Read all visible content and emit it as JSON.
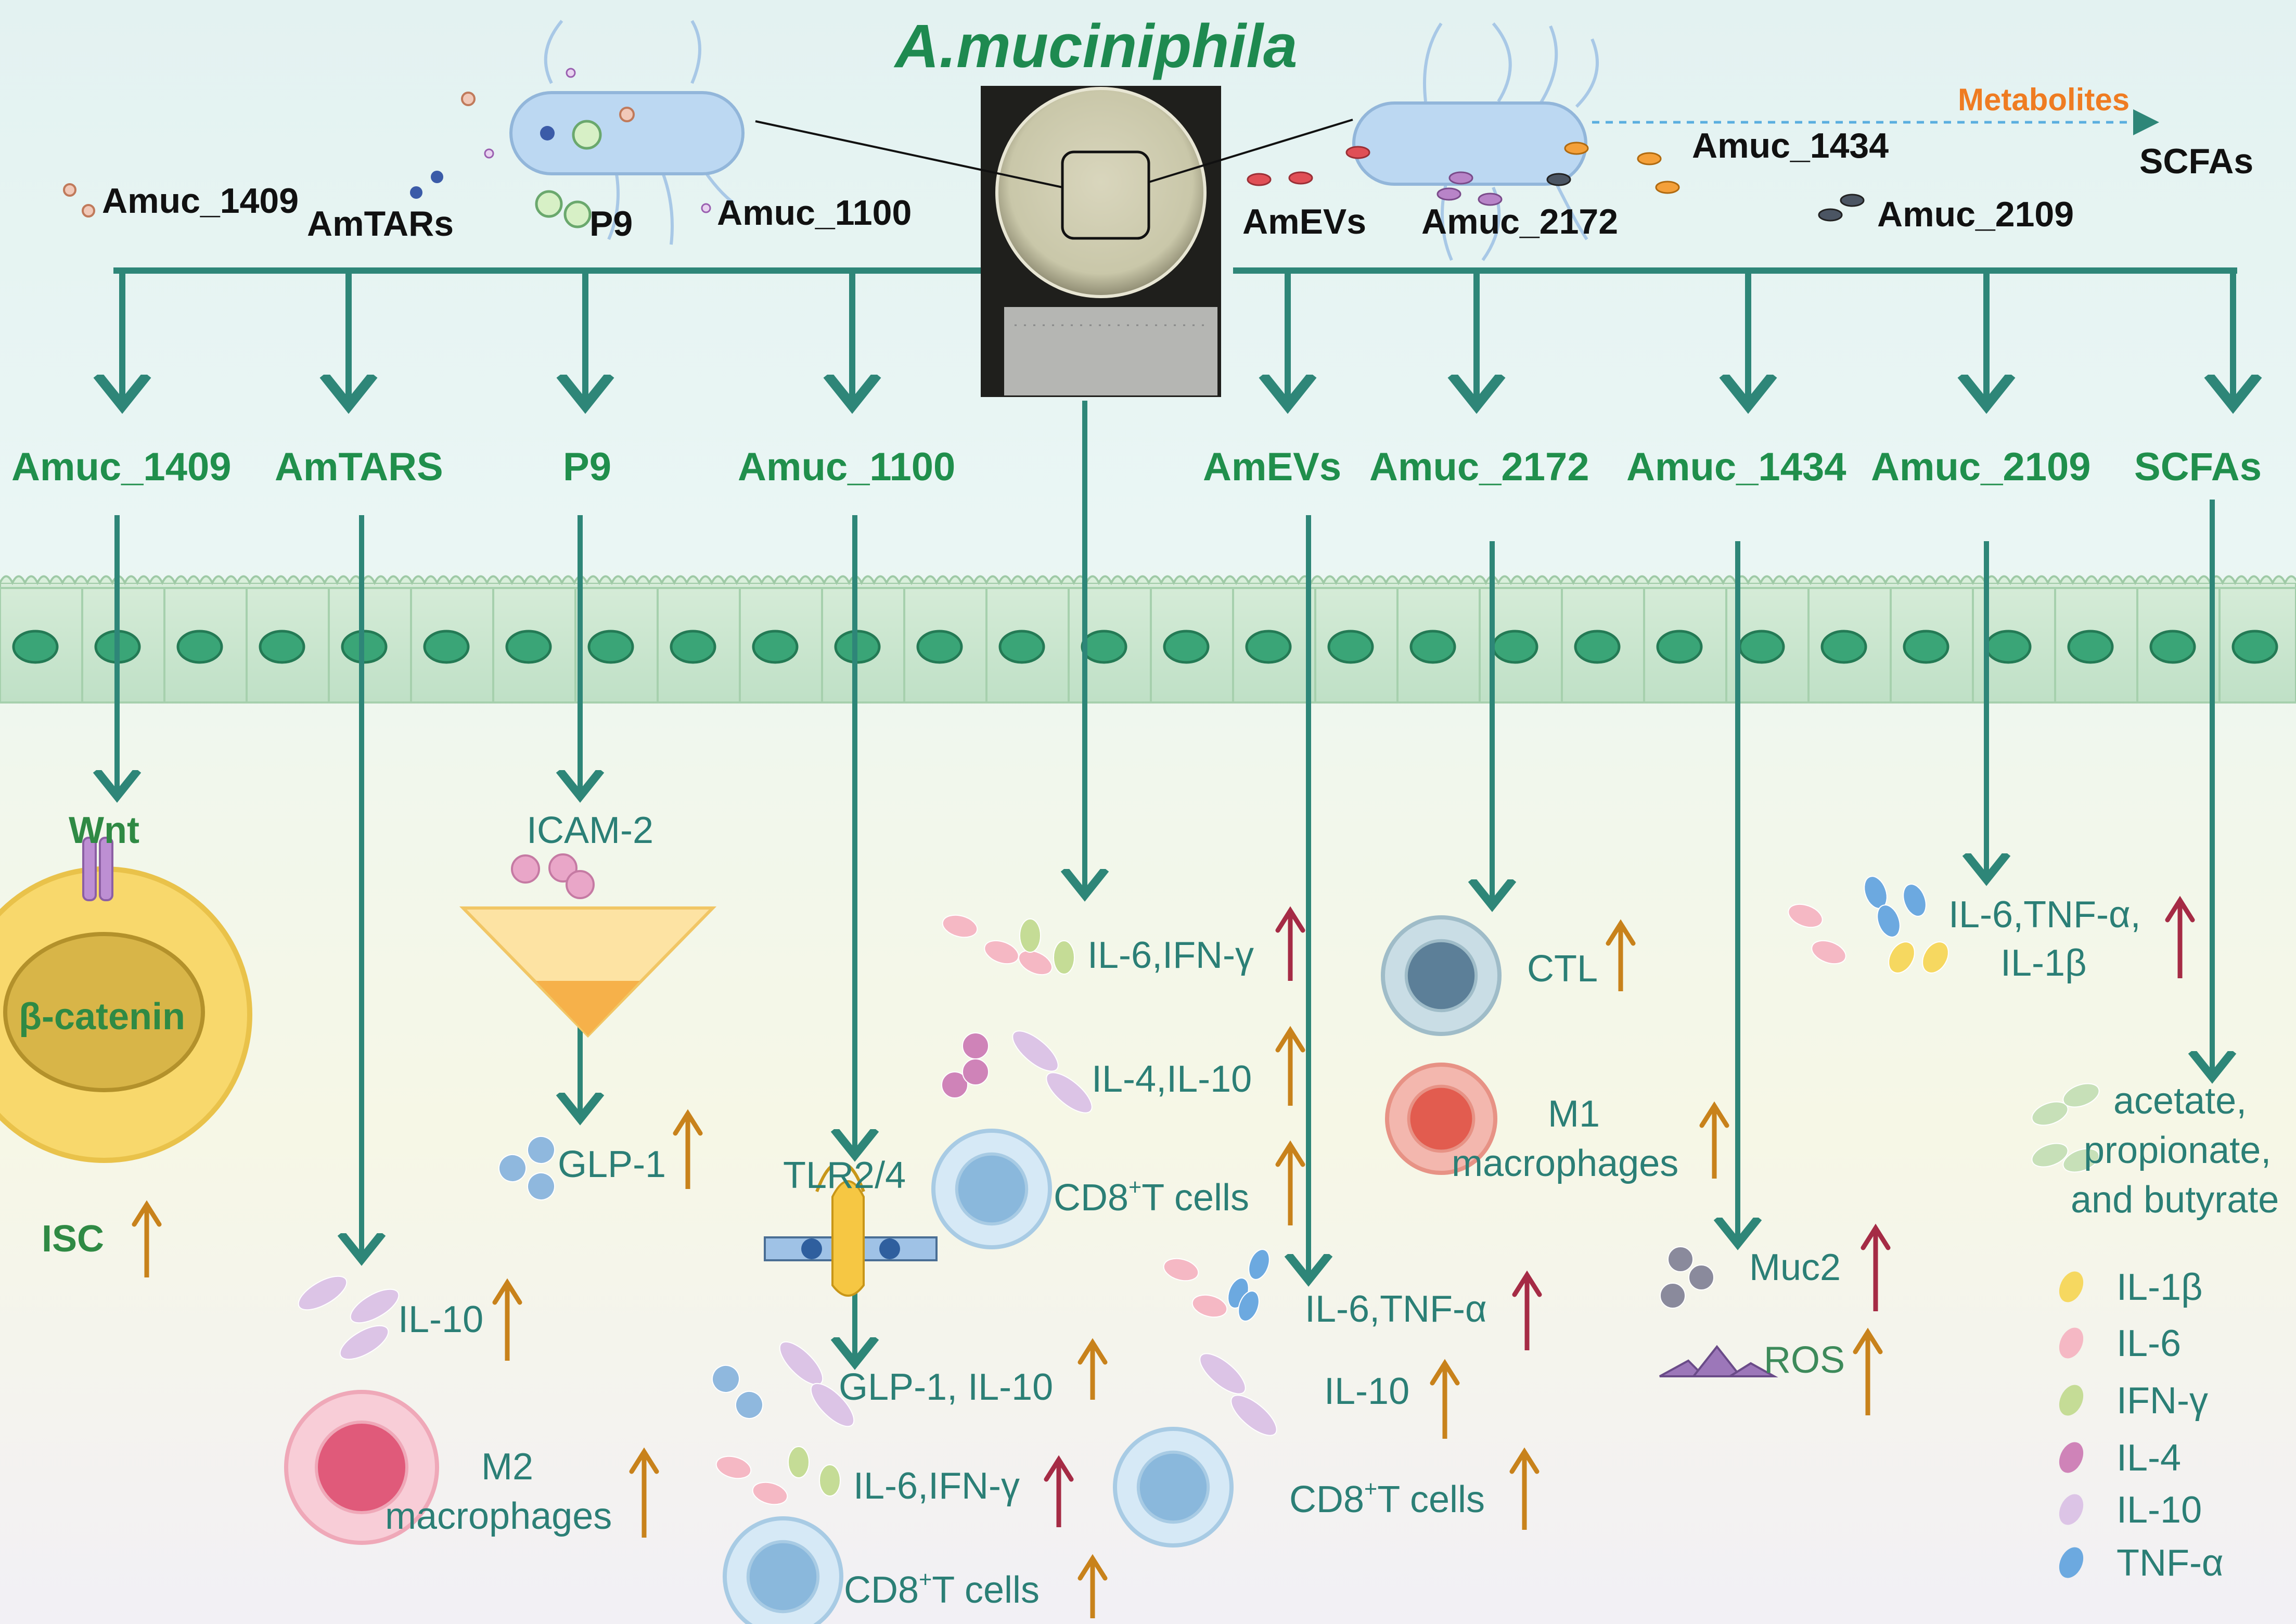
{
  "title": "A.muciniphila",
  "top_labels": {
    "amuc_1409": "Amuc_1409",
    "amtars": "AmTARs",
    "p9": "P9",
    "amuc_1100": "Amuc_1100",
    "amevs": "AmEVs",
    "amuc_2172": "Amuc_2172",
    "amuc_1434": "Amuc_1434",
    "amuc_2109": "Amuc_2109",
    "metabolites": "Metabolites",
    "scfas": "SCFAs"
  },
  "branches": [
    "Amuc_1409",
    "AmTARS",
    "P9",
    "Amuc_1100",
    "AmEVs",
    "Amuc_2172",
    "Amuc_1434",
    "Amuc_2109",
    "SCFAs"
  ],
  "targets": {
    "wnt": "Wnt",
    "beta_catenin": "β-catenin",
    "isc": "ISC",
    "icam2": "ICAM-2",
    "glp1": "GLP-1",
    "tlr": "TLR2/4",
    "il10": "IL-10",
    "m2_line1": "M2",
    "m2_line2": "macrophages",
    "glp1_il10": "GLP-1, IL-10",
    "il6_ifng": "IL-6,IFN-γ",
    "cd8_base": "CD8",
    "cd8_sup": "+",
    "cd8_rest": "T cells",
    "il4_il10": "IL-4,IL-10",
    "il6_tnfa": "IL-6,TNF-α",
    "ctl": "CTL",
    "m1_line1": "M1",
    "m1_line2": "macrophages",
    "muc2": "Muc2",
    "ros": "ROS",
    "cyto_line1": "IL-6,TNF-α,",
    "cyto_line2": "IL-1β",
    "scfa_line1": "acetate,",
    "scfa_line2": "propionate,",
    "scfa_line3": "and butyrate"
  },
  "legend": [
    {
      "label": "IL-1β",
      "color": "#f6d860"
    },
    {
      "label": "IL-6",
      "color": "#f5b8c4"
    },
    {
      "label": "IFN-γ",
      "color": "#c5dc96"
    },
    {
      "label": "IL-4",
      "color": "#cf83b8"
    },
    {
      "label": "IL-10",
      "color": "#dcc4e6"
    },
    {
      "label": "TNF-α",
      "color": "#6ca9e0"
    }
  ],
  "colors": {
    "stem": "#2e8678",
    "up": "#c8821b",
    "down": "#a52b45",
    "title": "#1e8a50",
    "metabolites": "#ef7c22"
  }
}
